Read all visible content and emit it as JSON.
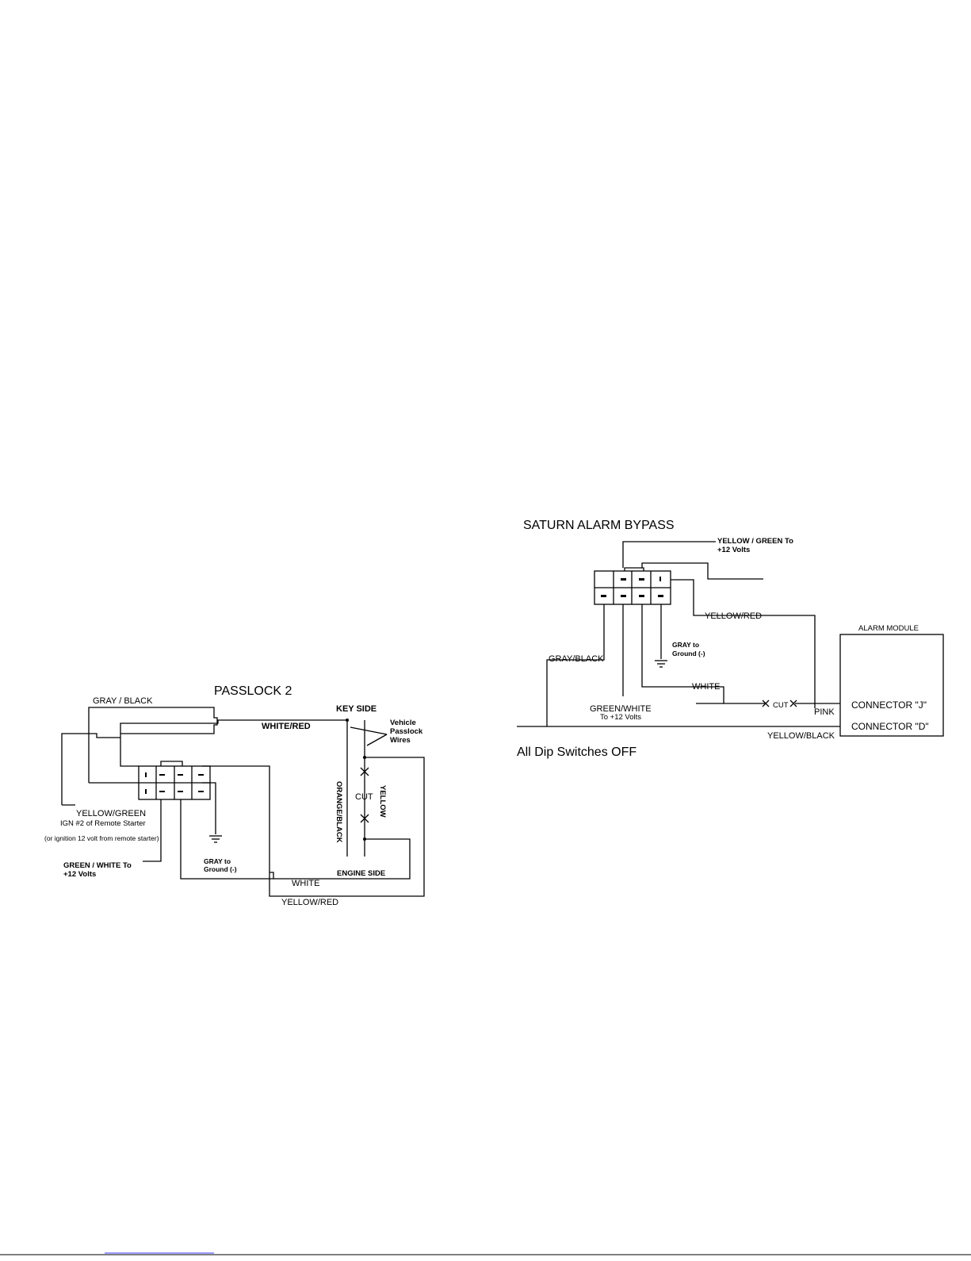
{
  "passlock": {
    "title": "PASSLOCK 2",
    "labels": {
      "gray_black": "GRAY / BLACK",
      "white_red": "WHITE/RED",
      "key_side": "KEY SIDE",
      "vehicle": "Vehicle",
      "passlock": "Passlock",
      "wires": "Wires",
      "orange_black": "ORANGE/BLACK",
      "yellow": "YELLOW",
      "cut": "CUT",
      "yellow_green": "YELLOW/GREEN",
      "ign": "IGN #2 of Remote Starter",
      "ign_note": "(or ignition 12 volt from remote starter)",
      "green_white_1": "GREEN / WHITE To",
      "green_white_2": "+12 Volts",
      "gray_1": "GRAY to",
      "gray_2": "Ground (-)",
      "engine_side": "ENGINE SIDE",
      "white": "WHITE",
      "yellow_red": "YELLOW/RED"
    }
  },
  "saturn": {
    "title": "SATURN  ALARM BYPASS",
    "labels": {
      "yellow_green_1": "YELLOW / GREEN To",
      "yellow_green_2": "+12 Volts",
      "yellow_red": "YELLOW/RED",
      "alarm_module": "ALARM MODULE",
      "gray_black": "GRAY/BLACK",
      "gray_1": "GRAY to",
      "gray_2": "Ground (-)",
      "white": "WHITE",
      "green_white_1": "GREEN/WHITE",
      "green_white_2": "To +12 Volts",
      "cut": "CUT",
      "pink": "PINK",
      "connector_j": "CONNECTOR \"J\"",
      "connector_d": "CONNECTOR \"D\"",
      "yellow_black": "YELLOW/BLACK"
    },
    "note": "All Dip Switches OFF"
  }
}
